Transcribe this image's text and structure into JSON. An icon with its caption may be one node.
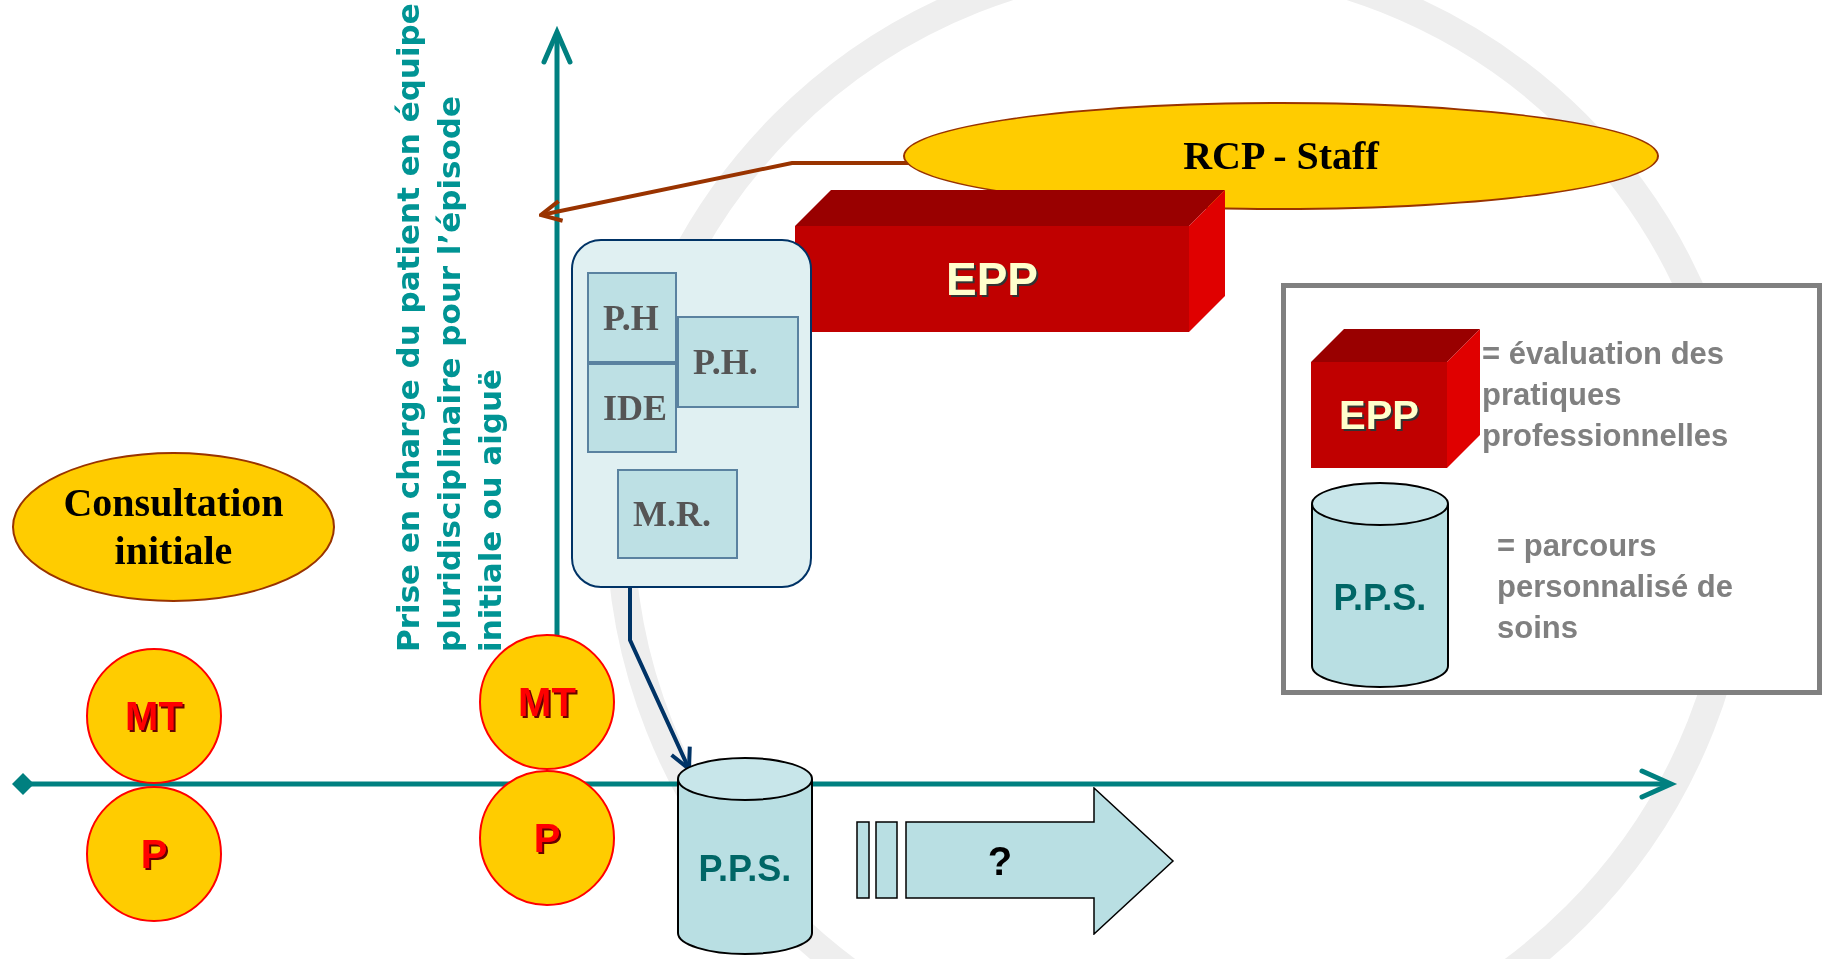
{
  "diagram": {
    "nodes": [
      {
        "text": [
          "Consultation initiale"
        ]
      },
      {
        "text": [
          "RCP - Staff"
        ]
      },
      {
        "text": [
          "EPP"
        ]
      },
      {
        "text": [],
        "shape": "box"
      },
      {
        "text": [
          "P.H"
        ],
        "in": 3
      },
      {
        "text": [
          "P.H."
        ],
        "in": 3
      },
      {
        "text": [
          "IDE"
        ],
        "in": 3
      },
      {
        "text": [
          "M.R."
        ],
        "in": 3
      },
      {
        "text": [
          "MT"
        ]
      },
      {
        "text": [
          "P"
        ]
      },
      {
        "text": [
          "MT"
        ]
      },
      {
        "text": [
          "P"
        ]
      },
      {
        "text": [
          "P.P.S."
        ]
      },
      {
        "text": [
          "?"
        ]
      },
      {
        "text": [],
        "shape": "box"
      },
      {
        "text": [
          "EPP"
        ],
        "in": 14,
        "beside": [
          "= évaluation des pratiques professionnelles"
        ]
      },
      {
        "text": [
          "P.P.S."
        ],
        "in": 14,
        "beside": [
          "= parcours personnalisé de soins"
        ]
      },
      {
        "text": [
          "Prise en charge du patient en équipe pluridisciplinaire pour l’épisode initiale ou aiguë"
        ]
      }
    ],
    "edges": [
      {
        "from": 1,
        "to": 17,
        "arrow": "to",
        "color": "#993300"
      },
      {
        "from": 3,
        "to": 12,
        "arrow": "to",
        "color": "#003366"
      }
    ]
  }
}
